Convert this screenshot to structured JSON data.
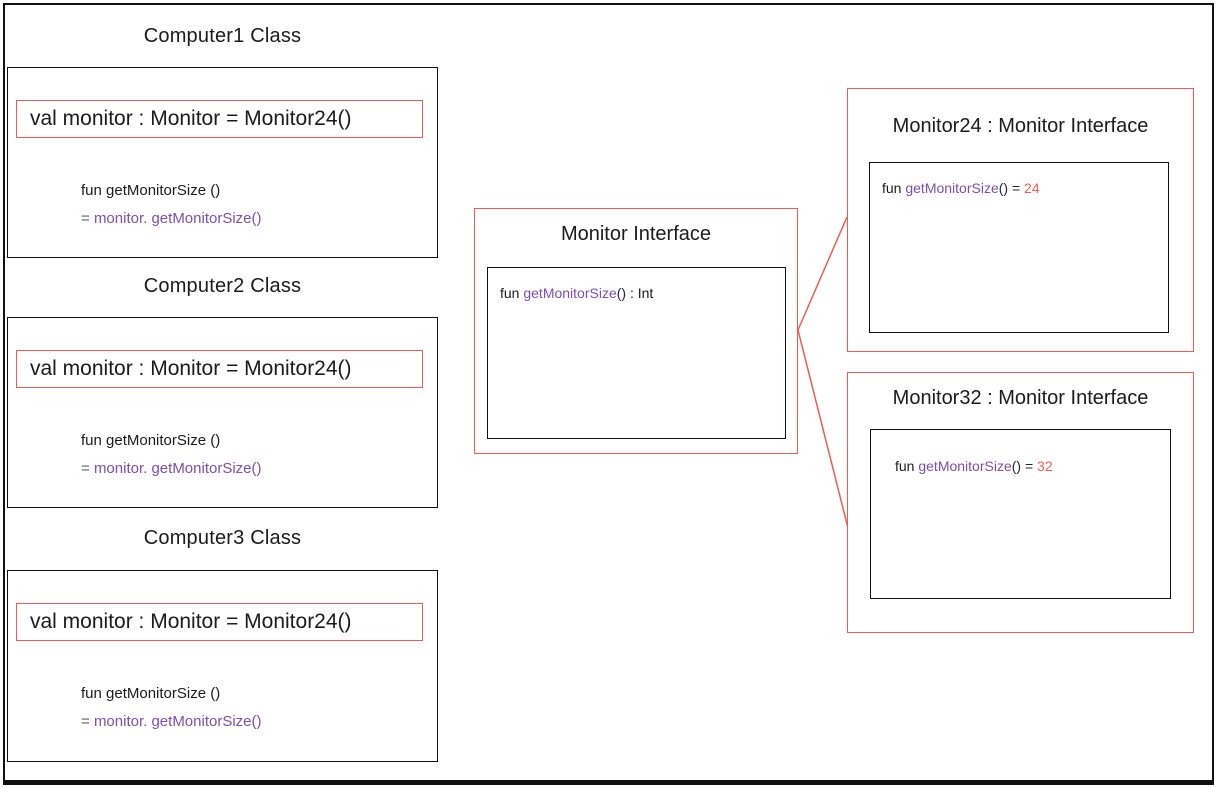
{
  "diagram": {
    "colors": {
      "accent_red_border": "#ef5b55",
      "value_red_text": "#f05c57",
      "code_purple": "#7d4fb0",
      "text_black": "#1b1b1b",
      "eq_gray": "#606060"
    },
    "computers": [
      {
        "title": "Computer1 Class",
        "val_line": "val monitor : Monitor = Monitor24()",
        "fun_line": "fun getMonitorSize ()",
        "eq": "= ",
        "expr": "monitor. getMonitorSize()"
      },
      {
        "title": "Computer2 Class",
        "val_line": "val monitor : Monitor = Monitor24()",
        "fun_line": "fun getMonitorSize ()",
        "eq": "= ",
        "expr": "monitor. getMonitorSize()"
      },
      {
        "title": "Computer3 Class",
        "val_line": "val monitor : Monitor = Monitor24()",
        "fun_line": "fun getMonitorSize ()",
        "eq": "= ",
        "expr": "monitor. getMonitorSize()"
      }
    ],
    "interface": {
      "title": "Monitor Interface",
      "code_kw": "fun ",
      "code_fn": "getMonitorSize",
      "code_paren": "()",
      "code_rest": " : Int"
    },
    "impls": [
      {
        "title": "Monitor24 : Monitor Interface",
        "code_kw": "fun ",
        "code_fn": "getMonitorSize",
        "code_mid": "() = ",
        "value": "24"
      },
      {
        "title": "Monitor32 : Monitor Interface",
        "code_kw": "fun ",
        "code_fn": "getMonitorSize",
        "code_mid": "() = ",
        "value": "32"
      }
    ]
  }
}
